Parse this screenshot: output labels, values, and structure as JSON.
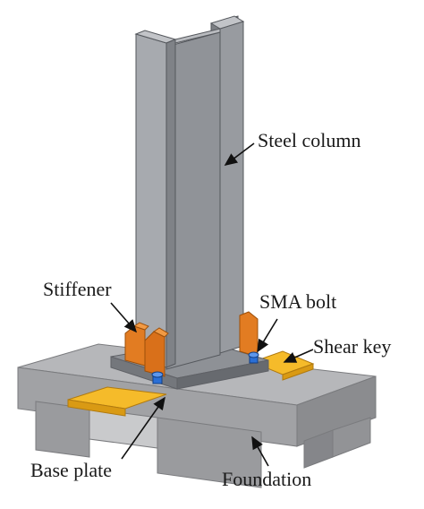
{
  "labels": {
    "steel_column": "Steel column",
    "stiffener": "Stiffener",
    "sma_bolt": "SMA bolt",
    "shear_key": "Shear key",
    "base_plate": "Base plate",
    "foundation": "Foundation"
  },
  "colors": {
    "steel_front": "#8a8d92",
    "steel_light": "#a4a7ac",
    "steel_dark": "#6e7176",
    "concrete_top": "#b4b5b8",
    "concrete_front": "#9c9da0",
    "concrete_side": "#8a8b8e",
    "stiffener": "#e07a20",
    "shear_key": "#f3b41c",
    "bolt": "#2a6fd6",
    "arrow": "#111111"
  }
}
